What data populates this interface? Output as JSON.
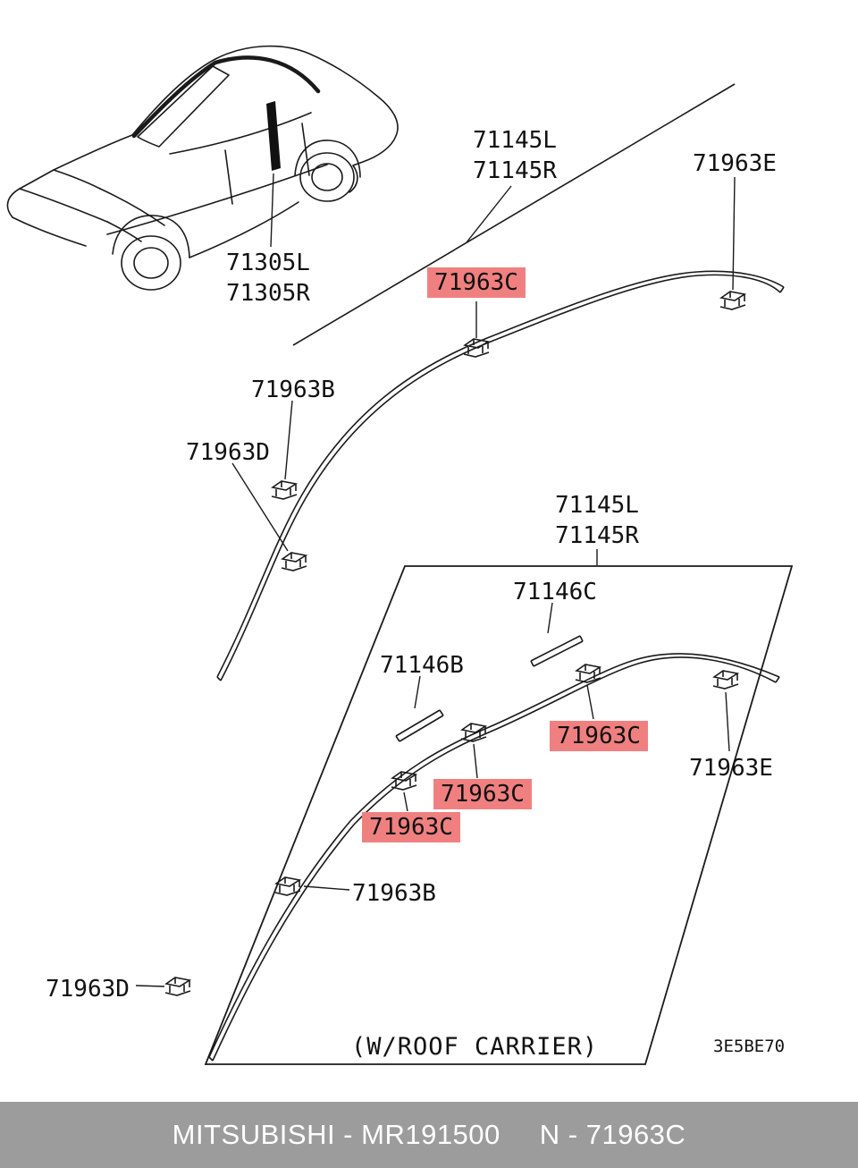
{
  "page": {
    "background": "#ffffff",
    "highlight_color": "#f08080",
    "line_color": "#1a1a1a"
  },
  "car_inset": {
    "molding_label_line1": "71305L",
    "molding_label_line2": "71305R"
  },
  "upper_assembly": {
    "molding_label_line1": "71145L",
    "molding_label_line2": "71145R",
    "clip_c": "71963C",
    "clip_e": "71963E",
    "clip_b": "71963B",
    "clip_d": "71963D"
  },
  "lower_assembly": {
    "molding_label_line1": "71145L",
    "molding_label_line2": "71145R",
    "joint_cover_c": "71146C",
    "joint_cover_b": "71146B",
    "clip_c_1": "71963C",
    "clip_c_2": "71963C",
    "clip_c_3": "71963C",
    "clip_e": "71963E",
    "clip_b": "71963B",
    "clip_d": "71963D",
    "variant_note": "(W/ROOF CARRIER)"
  },
  "diagram_code": "3E5BE70",
  "footer": {
    "brand_and_ref": "MITSUBISHI - MR191500",
    "part_number": "N - 71963C"
  }
}
